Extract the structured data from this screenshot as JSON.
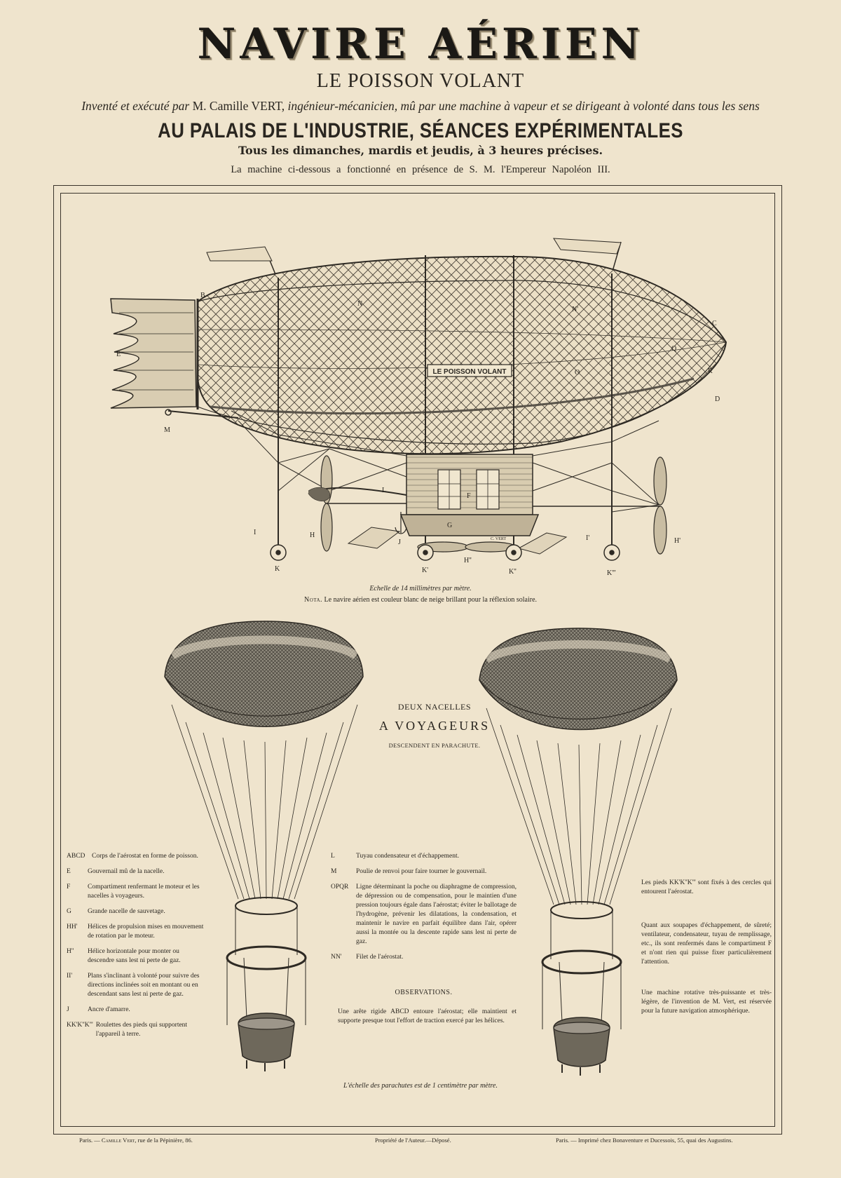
{
  "header": {
    "title": "NAVIRE AÉRIEN",
    "subtitle": "LE POISSON VOLANT",
    "inventor_pre": "Inventé et exécuté par",
    "inventor_name": "M. Camille VERT,",
    "inventor_post": "ingénieur-mécanicien, mû par une machine à vapeur et se dirigeant à volonté dans tous les sens",
    "venue": "AU PALAIS DE L'INDUSTRIE, SÉANCES EXPÉRIMENTALES",
    "days": "Tous les dimanches, mardis et jeudis, à 3 heures précises.",
    "presence": "La machine ci-dessous a fonctionné en présence de S. M. l'Empereur Napoléon III."
  },
  "airship": {
    "name_plate": "LE POISSON VOLANT",
    "scale_caption": "Echelle de 14 millimètres par mètre.",
    "nota_label": "Nota.",
    "nota_text": "Le navire aérien est couleur blanc de neige brillant pour la réflexion solaire.",
    "letters": {
      "B": "B",
      "C": "C",
      "D": "D",
      "E": "E",
      "M": "M",
      "N": "N",
      "N2": "N'",
      "O": "O",
      "Q": "Q",
      "R": "R",
      "F": "F",
      "G": "G",
      "L": "L",
      "J": "J",
      "I": "I",
      "I2": "I'",
      "H": "H",
      "H2": "H'",
      "H3": "H''",
      "K": "K",
      "K2": "K'",
      "K3": "K''",
      "K4": "K'''",
      "vert": "C. VERT"
    }
  },
  "parachutes": {
    "line1": "DEUX NACELLES",
    "line2": "A VOYAGEURS",
    "line3": "DESCENDENT EN PARACHUTE.",
    "scale": "L'échelle des parachutes est de 1 centimètre par mètre."
  },
  "legend_left": [
    {
      "key": "ABCD",
      "text": "Corps de l'aérostat en forme de poisson."
    },
    {
      "key": "E",
      "text": "Gouvernail mû de la nacelle."
    },
    {
      "key": "F",
      "text": "Compartiment renfermant le moteur et les nacelles à voyageurs."
    },
    {
      "key": "G",
      "text": "Grande nacelle de sauvetage."
    },
    {
      "key": "HH'",
      "text": "Hélices de propulsion mises en mouvement de rotation par le moteur."
    },
    {
      "key": "H''",
      "text": "Hélice horizontale pour monter ou descendre sans lest ni perte de gaz."
    },
    {
      "key": "II'",
      "text": "Plans s'inclinant à volonté pour suivre des directions inclinées soit en montant ou en descendant sans lest ni perte de gaz."
    },
    {
      "key": "J",
      "text": "Ancre d'amarre."
    },
    {
      "key": "KK'K''K'''",
      "text": "Roulettes des pieds qui supportent l'appareil à terre."
    }
  ],
  "legend_mid": [
    {
      "key": "L",
      "text": "Tuyau condensateur et d'échappement."
    },
    {
      "key": "M",
      "text": "Poulie de renvoi pour faire tourner le gouvernail."
    },
    {
      "key": "OPQR",
      "text": "Ligne déterminant la poche ou diaphragme de compression, de dépression ou de compensation, pour le maintien d'une pression toujours égale dans l'aérostat; éviter le ballotage de l'hydrogène, prévenir les dilatations, la condensation, et maintenir le navire en parfait équilibre dans l'air, opérer aussi la montée ou la descente rapide sans lest ni perte de gaz."
    },
    {
      "key": "NN'",
      "text": "Filet de l'aérostat."
    }
  ],
  "observations": {
    "title": "OBSERVATIONS.",
    "text": "Une arête rigide ABCD entoure l'aérostat; elle maintient et supporte presque tout l'effort de traction exercé par les hélices."
  },
  "right_notes": [
    "Les pieds KK'K''K''' sont fixés à des cercles qui entourent l'aérostat.",
    "Quant aux soupapes d'échappement, de sûreté; ventilateur, condensateur, tuyau de remplissage, etc., ils sont renfermés dans le compartiment F et n'ont rien qui puisse fixer particulièrement l'attention.",
    "Une machine rotative très-puissante et très-légère, de l'invention de M. Vert, est réservée pour la future navigation atmosphérique."
  ],
  "footer": {
    "left_pre": "Paris. —",
    "left_name": "Camille Vert,",
    "left_post": "rue de la Pépinière, 86.",
    "center": "Propriété de l'Auteur.—Déposé.",
    "right": "Paris. — Imprimé chez Bonaventure et Ducessois, 55, quai des Augustins."
  },
  "colors": {
    "paper": "#efe4cd",
    "ink": "#2a2620"
  }
}
